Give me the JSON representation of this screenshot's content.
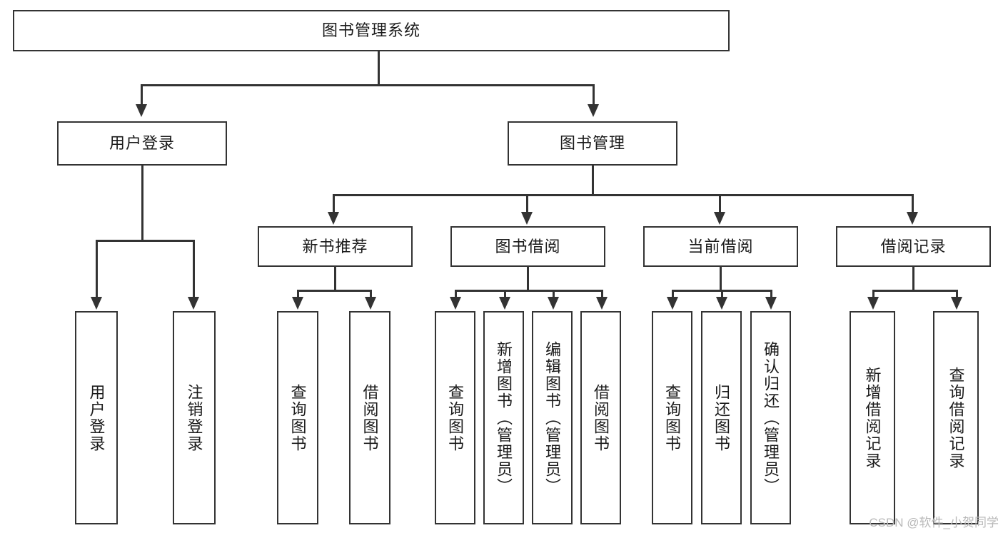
{
  "diagram": {
    "title": "图书管理系统",
    "root": {
      "id": "root",
      "label": "图书管理系统"
    },
    "level2": [
      {
        "id": "user-login",
        "label": "用户登录"
      },
      {
        "id": "book-management",
        "label": "图书管理"
      }
    ],
    "level3": [
      {
        "id": "new-book-recommend",
        "label": "新书推荐"
      },
      {
        "id": "book-borrow",
        "label": "图书借阅"
      },
      {
        "id": "current-borrow",
        "label": "当前借阅"
      },
      {
        "id": "borrow-record",
        "label": "借阅记录"
      }
    ],
    "leaves": [
      {
        "id": "leaf-user-login",
        "label": "用户登录",
        "parent": "user-login"
      },
      {
        "id": "leaf-logout",
        "label": "注销登录",
        "parent": "user-login"
      },
      {
        "id": "leaf-query-book-1",
        "label": "查询图书",
        "parent": "new-book-recommend"
      },
      {
        "id": "leaf-borrow-book-1",
        "label": "借阅图书",
        "parent": "new-book-recommend"
      },
      {
        "id": "leaf-query-book-2",
        "label": "查询图书",
        "parent": "book-borrow"
      },
      {
        "id": "leaf-add-book",
        "label": "新增图书（管理员）",
        "parent": "book-borrow"
      },
      {
        "id": "leaf-edit-book",
        "label": "编辑图书（管理员）",
        "parent": "book-borrow"
      },
      {
        "id": "leaf-borrow-book-2",
        "label": "借阅图书",
        "parent": "book-borrow"
      },
      {
        "id": "leaf-query-book-3",
        "label": "查询图书",
        "parent": "current-borrow"
      },
      {
        "id": "leaf-return-book",
        "label": "归还图书",
        "parent": "current-borrow"
      },
      {
        "id": "leaf-confirm-return",
        "label": "确认归还（管理员）",
        "parent": "current-borrow"
      },
      {
        "id": "leaf-add-record",
        "label": "新增借阅记录",
        "parent": "borrow-record"
      },
      {
        "id": "leaf-query-record",
        "label": "查询借阅记录",
        "parent": "borrow-record"
      }
    ]
  },
  "watermark": {
    "text": "CSDN @软件_小贺同学"
  },
  "colors": {
    "stroke": "#333333",
    "text": "#1a1a1a",
    "background": "#ffffff",
    "watermark": "#b9b9b9"
  }
}
